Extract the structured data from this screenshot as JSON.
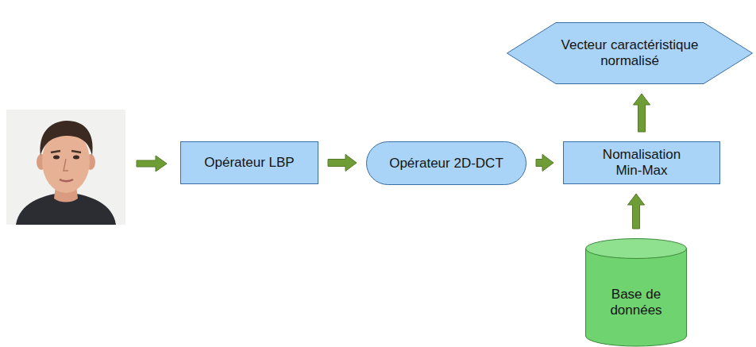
{
  "diagram": {
    "nodes": [
      {
        "text": [
          "Opérateur LBP"
        ]
      },
      {
        "text": [
          "Opérateur 2D-DCT"
        ]
      },
      {
        "text": [
          "Nomalisation Min-Max"
        ]
      },
      {
        "text": [
          "Vecteur caractéristique normalisé"
        ]
      },
      {
        "text": [
          "Base de données"
        ]
      }
    ],
    "edges": [
      {
        "from": 0,
        "to": 1,
        "arrow": "to"
      },
      {
        "from": 1,
        "to": 2,
        "arrow": "to"
      },
      {
        "from": 2,
        "to": 3,
        "arrow": "to"
      },
      {
        "from": 4,
        "to": 2,
        "arrow": "to"
      }
    ]
  }
}
